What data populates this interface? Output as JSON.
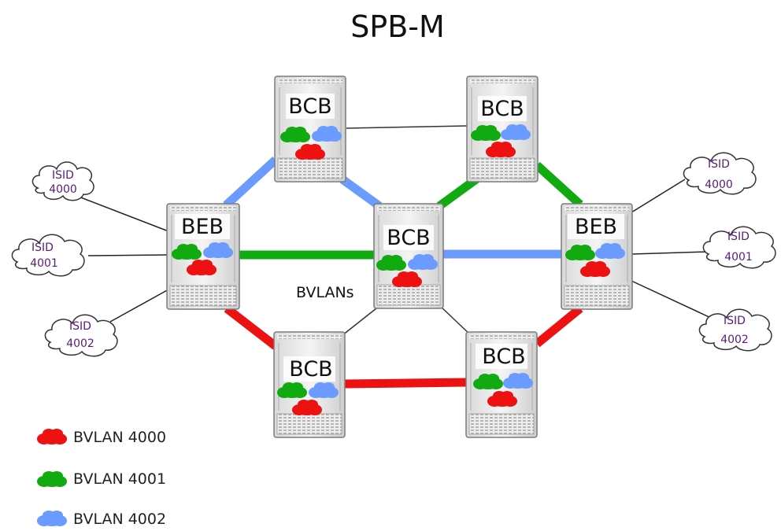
{
  "title": "SPB-M",
  "colors": {
    "bvlan_4000": "#ee1111",
    "bvlan_4001": "#11aa11",
    "bvlan_4002": "#6b9bff",
    "access_link": "#222222"
  },
  "nodes": {
    "beb_left": "BEB",
    "beb_right": "BEB",
    "bcb_top_left": "BCB",
    "bcb_top_right": "BCB",
    "bcb_center": "BCB",
    "bcb_bottom_left": "BCB",
    "bcb_bottom_right": "BCB"
  },
  "center_label": "BVLANs",
  "isids": {
    "left_4000": [
      "ISID",
      "4000"
    ],
    "left_4001": [
      "ISID",
      "4001"
    ],
    "left_4002": [
      "ISID",
      "4002"
    ],
    "right_4000": [
      "ISID",
      "4000"
    ],
    "right_4001": [
      "ISID",
      "4001"
    ],
    "right_4002": [
      "ISID",
      "4002"
    ]
  },
  "legend": [
    {
      "label": "BVLAN 4000",
      "color": "#ee1111"
    },
    {
      "label": "BVLAN 4001",
      "color": "#11aa11"
    },
    {
      "label": "BVLAN 4002",
      "color": "#6b9bff"
    }
  ]
}
